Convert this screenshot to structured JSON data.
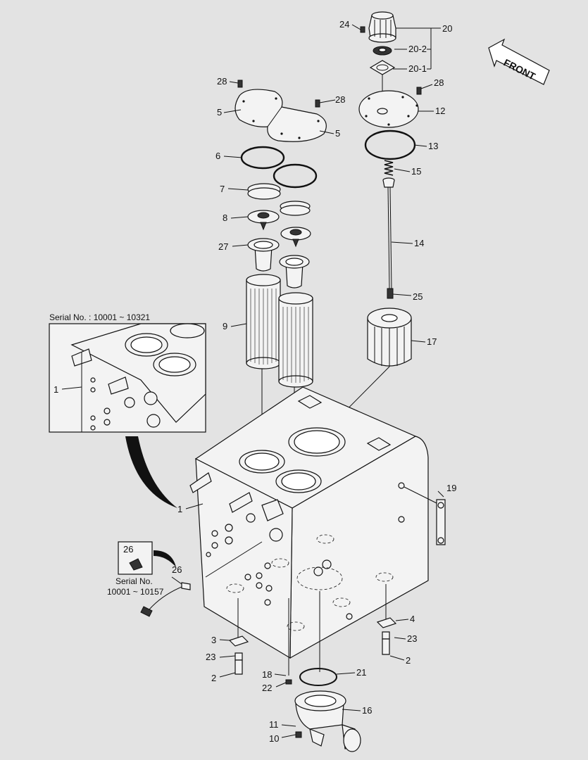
{
  "front_label": "FRONT",
  "inset_main": {
    "caption": "Serial No. : 10001 ~ 10321"
  },
  "inset_sensor": {
    "callout": "26",
    "caption_line1": "Serial No.",
    "caption_line2": "10001 ~ 10157"
  },
  "callouts": {
    "c24": "24",
    "c20": "20",
    "c20_2": "20-2",
    "c20_1": "20-1",
    "c28a": "28",
    "c28b": "28",
    "c28c": "28",
    "c5a": "5",
    "c5b": "5",
    "c12": "12",
    "c13": "13",
    "c6": "6",
    "c7": "7",
    "c8": "8",
    "c27": "27",
    "c15": "15",
    "c14": "14",
    "c25": "25",
    "c9": "9",
    "c17": "17",
    "c1a": "1",
    "c1b": "1",
    "c19": "19",
    "c26": "26",
    "c4": "4",
    "c3": "3",
    "c23a": "23",
    "c23b": "23",
    "c2a": "2",
    "c2b": "2",
    "c18": "18",
    "c22": "22",
    "c21": "21",
    "c16": "16",
    "c11": "11",
    "c10": "10"
  }
}
